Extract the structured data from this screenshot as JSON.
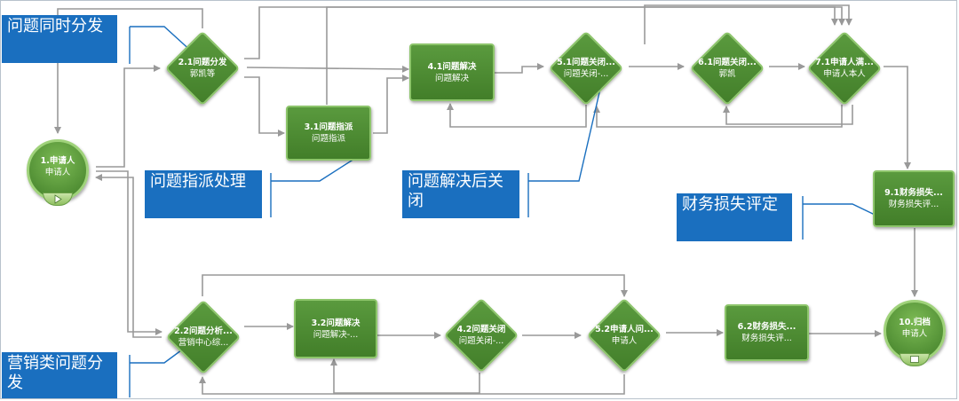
{
  "nodes": {
    "n1": {
      "line1": "1.申请人",
      "line2": "申请人"
    },
    "n21": {
      "line1": "2.1问题分发",
      "line2": "郭凯等"
    },
    "n31": {
      "line1": "3.1问题指派",
      "line2": "问题指派"
    },
    "n41": {
      "line1": "4.1问题解决",
      "line2": "问题解决"
    },
    "n51": {
      "line1": "5.1问题关闭...",
      "line2": "问题关闭-..."
    },
    "n61": {
      "line1": "6.1问题关闭...",
      "line2": "郭凯"
    },
    "n71": {
      "line1": "7.1申请人满...",
      "line2": "申请人本人"
    },
    "n91": {
      "line1": "9.1财务损失...",
      "line2": "财务损失评..."
    },
    "n22": {
      "line1": "2.2问题分析...",
      "line2": "营销中心综..."
    },
    "n32": {
      "line1": "3.2问题解决",
      "line2": "问题解决-..."
    },
    "n42": {
      "line1": "4.2问题关闭",
      "line2": "问题关闭-..."
    },
    "n52": {
      "line1": "5.2申请人问...",
      "line2": "申请人"
    },
    "n62": {
      "line1": "6.2财务损失...",
      "line2": "财务损失评..."
    },
    "n10": {
      "line1": "10.归档",
      "line2": "申请人"
    }
  },
  "callouts": {
    "c1": "问题同时分发",
    "c2": "问题指派处理",
    "c3": "问题解决后关闭",
    "c4": "财务损失评定",
    "c5": "营销类问题分发"
  },
  "colors": {
    "node_fill": "#4a8a32",
    "node_border": "#8dc56b",
    "connector": "#999999",
    "callout": "#1a6fbf",
    "leader": "#1a6fbf"
  },
  "icons": {
    "start": "play-icon",
    "end": "stop-icon"
  }
}
